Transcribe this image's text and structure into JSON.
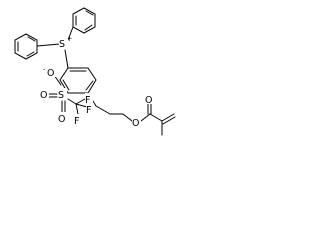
{
  "diagram": {
    "labels": {
      "sulfonium_s": "S",
      "sulfonium_charge": "+",
      "sulfonate_o_minus": "O",
      "sulfonate_o_charge": "-",
      "sulfonate_o1": "O",
      "sulfonate_s": "S",
      "sulfonate_o2": "O",
      "fluorine_1": "F",
      "fluorine_2": "F",
      "fluorine_3": "F",
      "ester_oxygen": "O",
      "carbonyl_oxygen": "O"
    }
  }
}
